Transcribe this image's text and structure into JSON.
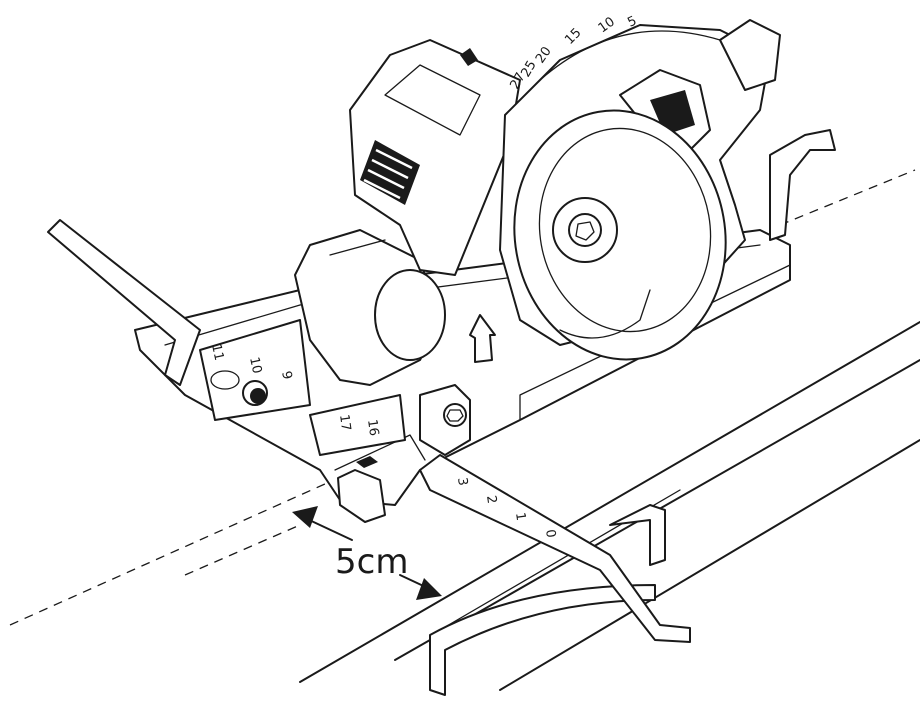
{
  "dimension": {
    "label": "5cm"
  },
  "blade_depth_scale": {
    "ticks": [
      "27",
      "25",
      "20",
      "15",
      "10",
      "5"
    ]
  },
  "guide_scale": {
    "ticks": [
      "3",
      "2",
      "1",
      "0"
    ]
  },
  "base_scale_left": {
    "ticks": [
      "11",
      "10",
      "9"
    ]
  },
  "base_scale_front": {
    "ticks": [
      "17",
      "16"
    ]
  },
  "colors": {
    "line": "#1a1a1a",
    "background": "#ffffff"
  }
}
